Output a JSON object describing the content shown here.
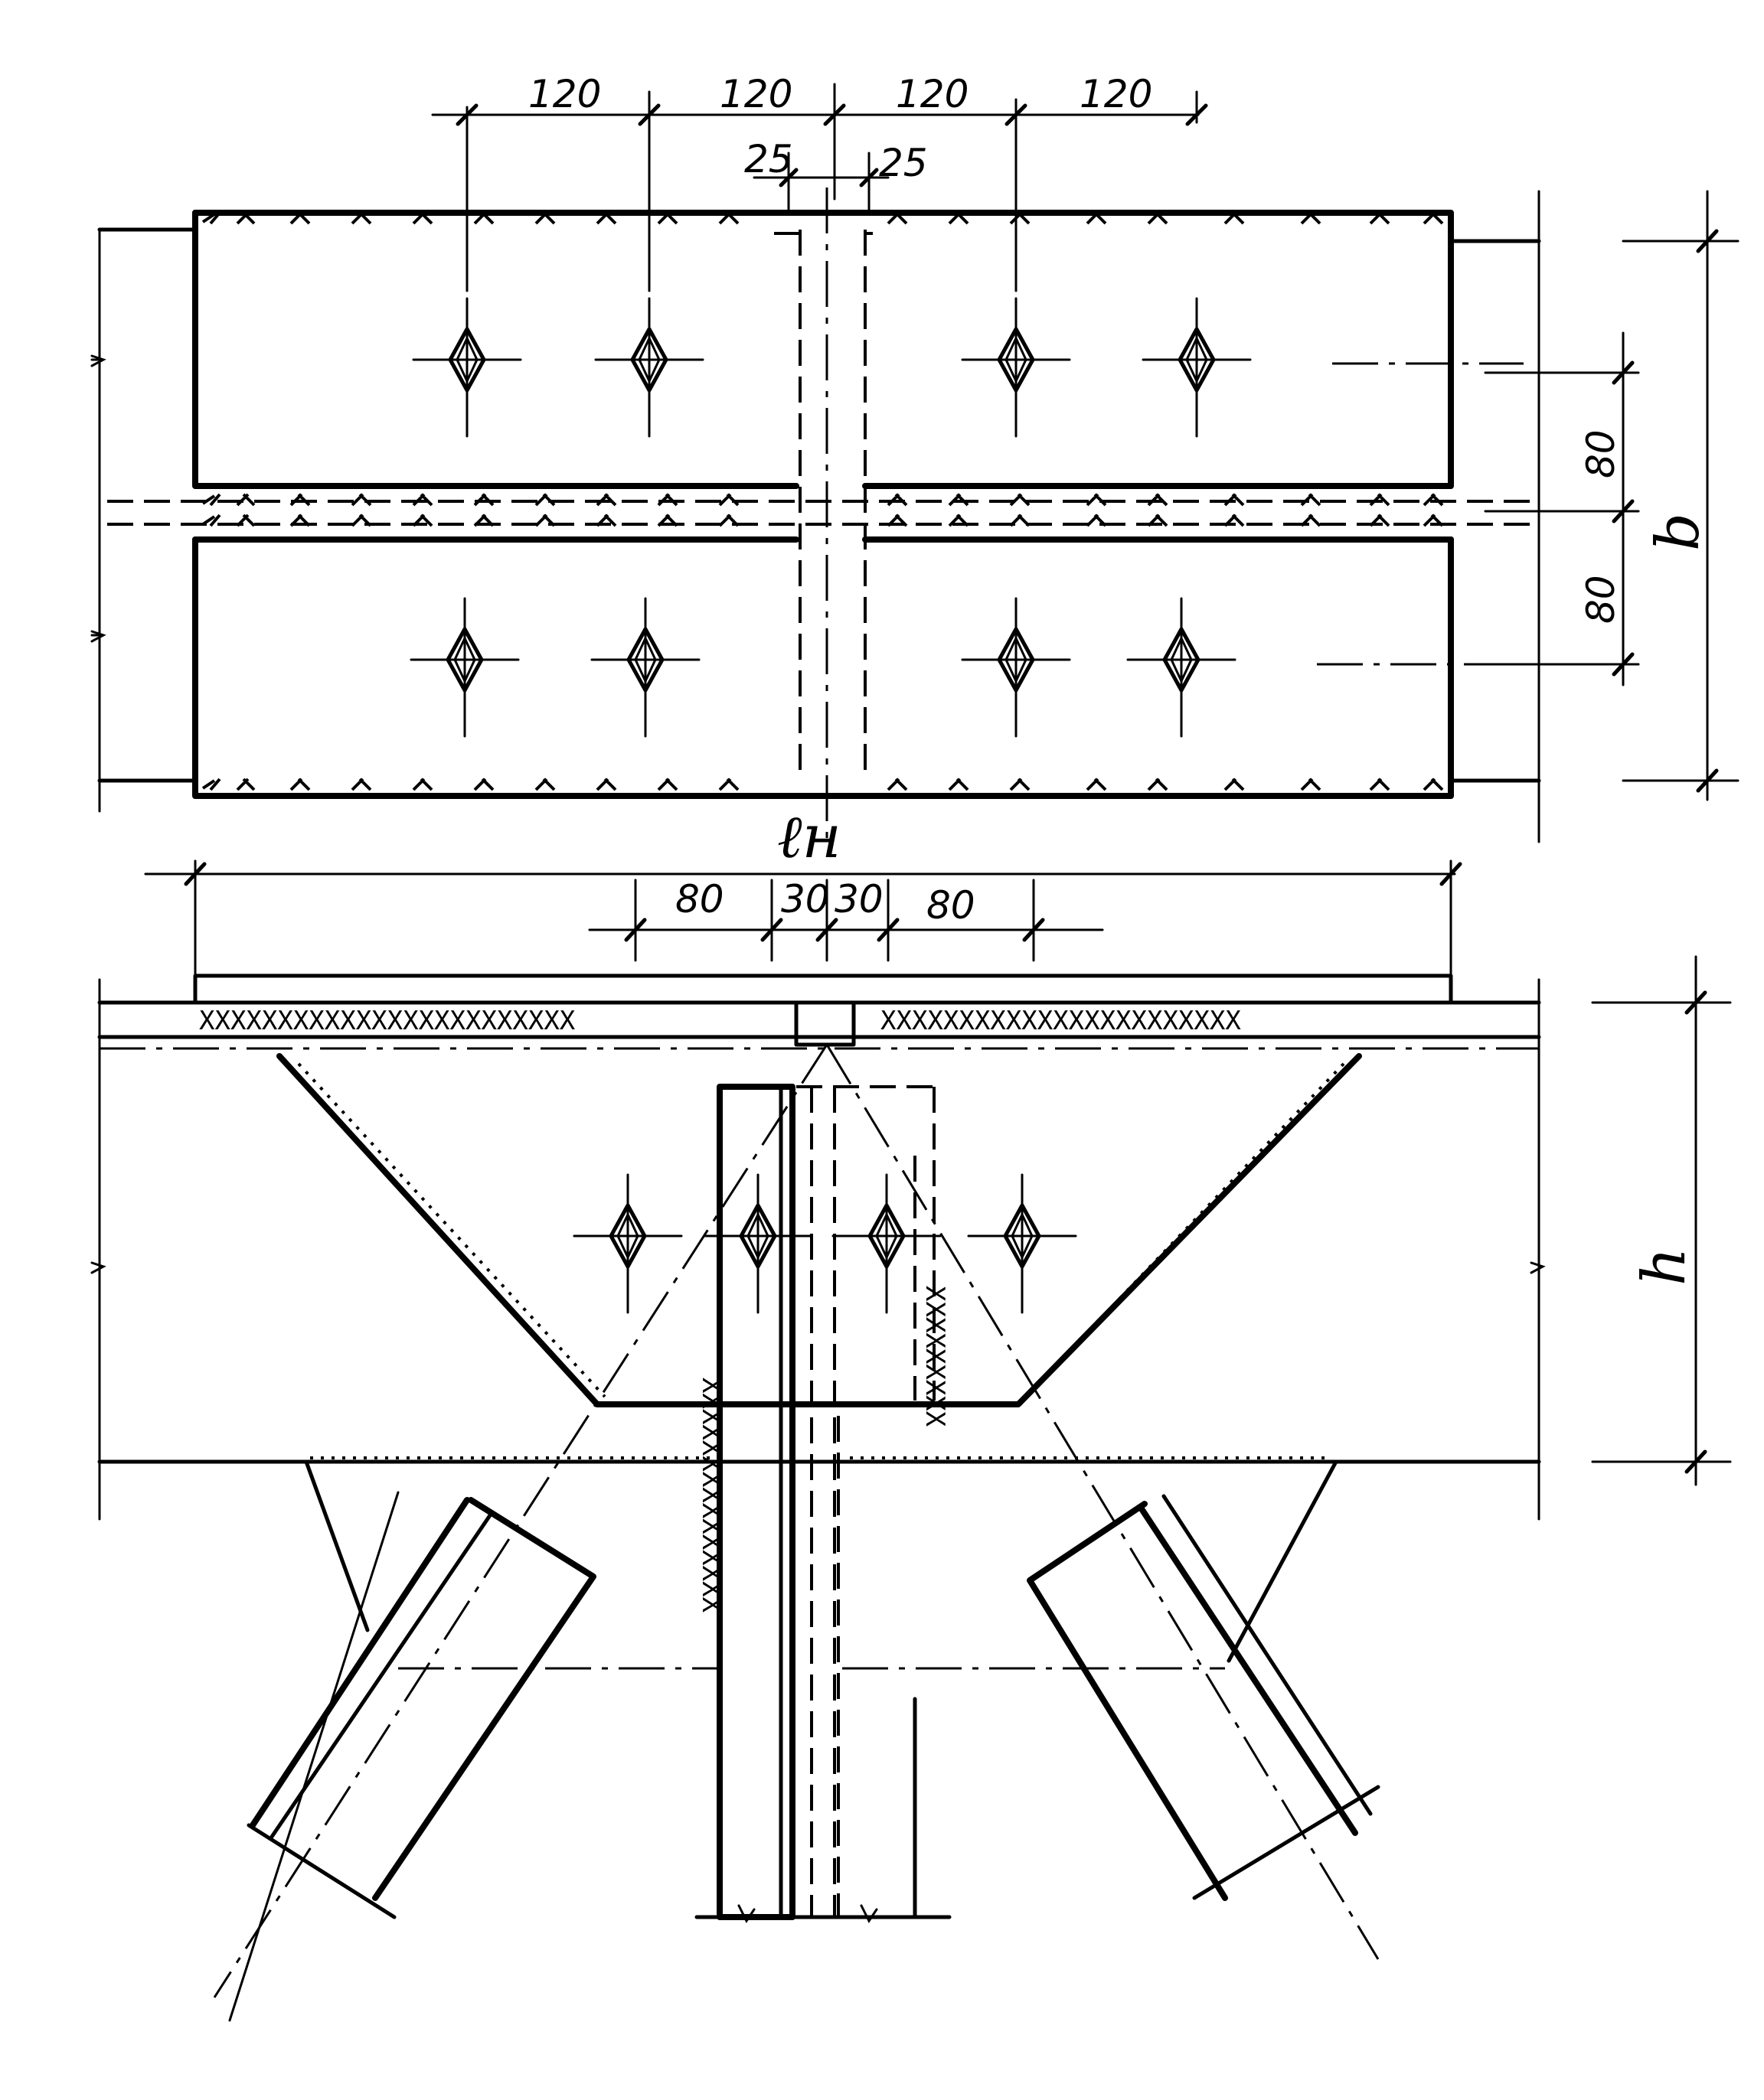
{
  "plan_view": {
    "dimensions_top": [
      "120",
      "120",
      "120",
      "120"
    ],
    "dimensions_center": [
      "25",
      "25"
    ],
    "dimensions_right": [
      "80",
      "80"
    ],
    "label_width": "b"
  },
  "elevation_view": {
    "label_length": "ℓн",
    "dimensions_top": [
      "80",
      "30",
      "30",
      "80"
    ],
    "label_height": "h"
  }
}
